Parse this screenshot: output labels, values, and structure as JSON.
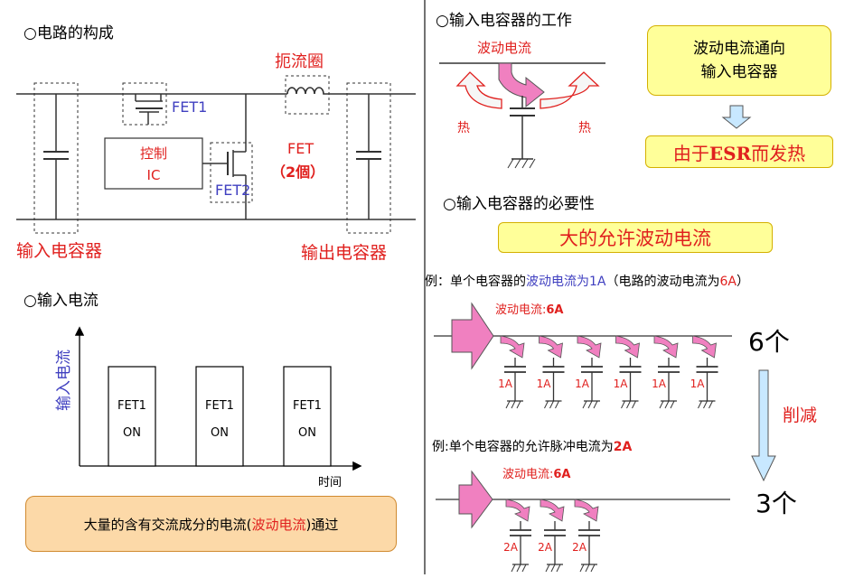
{
  "left": {
    "circuit": {
      "heading": "○电路的构成",
      "inductor_label": "扼流圈",
      "fet1_label": "FET1",
      "fet2_label": "FET2",
      "ic_line1": "控制",
      "ic_line2": "IC",
      "fet_count_line1": "FET",
      "fet_count_line2": "（2個）",
      "input_cap_label": "输入电容器",
      "output_cap_label": "输出电容器"
    },
    "current": {
      "heading": "○输入电流",
      "y_axis_label": "输入电流",
      "x_axis_label": "时间",
      "pulses": [
        {
          "line1": "FET1",
          "line2": "ON"
        },
        {
          "line1": "FET1",
          "line2": "ON"
        },
        {
          "line1": "FET1",
          "line2": "ON"
        }
      ],
      "note_before": "大量的含有交流成分的电流(",
      "note_highlight": "波动电流",
      "note_after": ")通过"
    }
  },
  "right": {
    "work": {
      "heading": "○输入电容器的工作",
      "ripple_label": "波动电流",
      "heat_left": "热",
      "heat_right": "热",
      "box1_line1": "波动电流通向",
      "box1_line2": "输入电容器",
      "box2_before": "由于",
      "box2_bold": "ESR",
      "box2_after": "而发热"
    },
    "necessity": {
      "heading": "○输入电容器的必要性",
      "banner": "大的允许波动电流",
      "ex1_a": "例：单个电容器的",
      "ex1_b": "波动电流为1A",
      "ex1_c": "（电路的波动电流为",
      "ex1_d": "6A",
      "ex1_e": "）",
      "ex1_ripple": "波动电流:",
      "ex1_ripple_val": "6A",
      "ex1_cap_labels": [
        "1A",
        "1A",
        "1A",
        "1A",
        "1A",
        "1A"
      ],
      "ex1_count": "6个",
      "reduce_label": "削减",
      "ex2_a": "例:单个电容器的允许脉冲电流为",
      "ex2_b": "2A",
      "ex2_ripple": "波动电流:",
      "ex2_ripple_val": "6A",
      "ex2_cap_labels": [
        "2A",
        "2A",
        "2A"
      ],
      "ex2_count": "3个"
    }
  },
  "colors": {
    "red": "#e0201e",
    "blue": "#4040c0",
    "pink": "#f080c0",
    "yellow": "#ffff99",
    "peach": "#fcd9a8",
    "arrow_blue": "#c8e8ff"
  }
}
